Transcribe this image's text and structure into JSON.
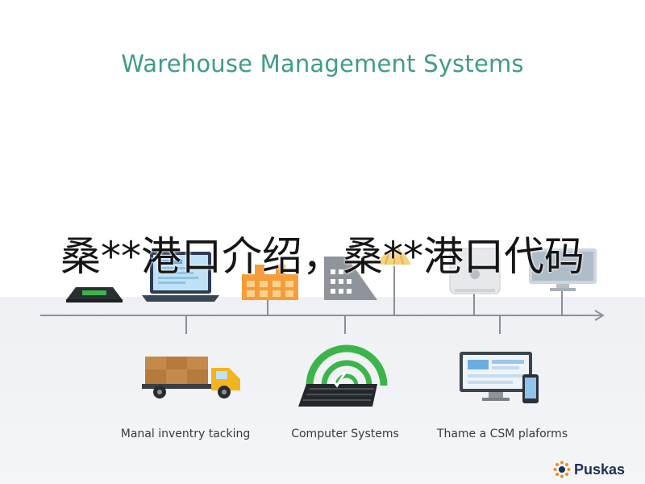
{
  "title": "Warehouse Management Systems",
  "overlay_text": "桑**港口介绍，桑**港口代码",
  "stages": [
    {
      "label": "Manal inventry tacking",
      "icon": "delivery-truck-icon"
    },
    {
      "label": "Computer Systems",
      "icon": "keyboard-signal-icon"
    },
    {
      "label": "Thame a CSM plaforms",
      "icon": "monitor-phone-icon"
    }
  ],
  "timeline_icons": [
    "scanner-icon",
    "laptop-icon",
    "warehouse-icon",
    "building-icon",
    "shell-icon",
    "mac-computer-icon",
    "desktop-monitor-icon"
  ],
  "brand": {
    "name": "Puskas",
    "icon": "sun-logo-icon"
  },
  "colors": {
    "title": "#3f9c86",
    "accent_green": "#3bb44a",
    "axis": "#8a8f96",
    "brand_orange": "#f08a24",
    "brand_navy": "#1d2f55"
  }
}
